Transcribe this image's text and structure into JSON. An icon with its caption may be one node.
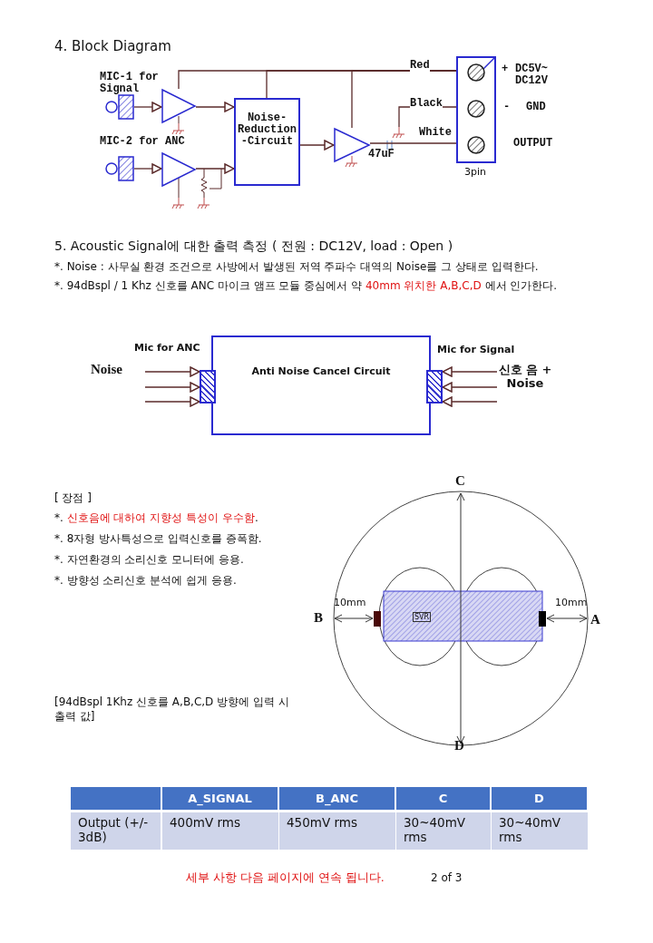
{
  "diagram": {
    "title": "4. Block Diagram",
    "nodes": [
      {
        "text": [],
        "shape": "microphone",
        "beside": [
          "MIC-1 for Signal"
        ]
      },
      {
        "text": [],
        "shape": "triangle"
      },
      {
        "text": [],
        "shape": "microphone",
        "beside": [
          "MIC-2 for ANC"
        ]
      },
      {
        "text": [],
        "shape": "triangle"
      },
      {
        "text": [
          "Noise- Reduction -Circuit"
        ]
      },
      {
        "text": [],
        "shape": "triangle"
      },
      {
        "text": [],
        "shape": "box",
        "beside": [
          "3pin"
        ]
      },
      {
        "text": [],
        "shape": "circle",
        "in": 6,
        "beside": [
          "+",
          "DC5V~ DC12V"
        ]
      },
      {
        "text": [],
        "shape": "circle",
        "in": 6,
        "beside": [
          "-",
          "GND"
        ]
      },
      {
        "text": [],
        "shape": "circle",
        "in": 6,
        "beside": [
          "OUTPUT"
        ]
      },
      {
        "text": [
          "Anti Noise Cancel Circuit"
        ]
      },
      {
        "text": [],
        "shape": "box"
      },
      {
        "text": [],
        "shape": "box"
      },
      {
        "text": [
          "Noise"
        ]
      },
      {
        "text": [
          "신호 음 + Noise"
        ]
      }
    ],
    "edges": [
      {
        "from": 0,
        "to": 1,
        "arrow": "to"
      },
      {
        "from": 1,
        "to": 4,
        "arrow": "to"
      },
      {
        "from": 2,
        "to": 3,
        "arrow": "to"
      },
      {
        "from": 3,
        "to": 4,
        "arrow": "to"
      },
      {
        "from": 4,
        "to": 5,
        "arrow": "to"
      },
      {
        "from": 1,
        "to": 7,
        "arrow": "none",
        "label": "Red"
      },
      {
        "from": 4,
        "to": 7,
        "arrow": "none"
      },
      {
        "from": 5,
        "to": 7,
        "arrow": "none"
      },
      {
        "from": null,
        "to": 8,
        "arrow": "none",
        "label": "Black"
      },
      {
        "from": 5,
        "to": 9,
        "arrow": "none",
        "label": "White"
      },
      {
        "from": 13,
        "to": 11,
        "arrow": "to"
      },
      {
        "from": 13,
        "to": 11,
        "arrow": "to"
      },
      {
        "from": 13,
        "to": 11,
        "arrow": "to"
      },
      {
        "from": 14,
        "to": 12,
        "arrow": "to"
      },
      {
        "from": 14,
        "to": 12,
        "arrow": "to"
      },
      {
        "from": 14,
        "to": 12,
        "arrow": "to"
      }
    ],
    "labels": [
      "47uF",
      "5. Acoustic Signal에 대한 출력 측정 ( 전원 : DC12V, load : Open )",
      "*. Noise : 사무실 환경 조건으로 사방에서 발생된 저역 주파수 대역의 Noise를 그 상태로 입력한다.",
      "*. 94dBspl / 1 Khz 신호를 ANC 마이크 앰프 모듈 중심에서 약 **40mm 위치한 A,B,C,D** 에서 인가한다.",
      "Mic for ANC",
      "Mic for Signal",
      "[ 장점 ]",
      "*. **신호음에 대하여 지향성 특성이 우수함**.",
      "*. 8자형 방사특성으로 입력신호를 증폭함.",
      "*. 자연환경의 소리신호 모니터에 응용.",
      "*. 방향성 소리신호 분석에 쉽게 응용.",
      "C",
      "10mm",
      "10mm",
      "B",
      "SVR",
      "A",
      "[94dBspl 1Khz 신호를 A,B,C,D 방향에 입력 시 출력 값]",
      "D",
      "A_SIGNAL",
      "B_ANC",
      "C",
      "D",
      "Output (+/- 3dB)",
      "400mV rms",
      "450mV rms",
      "30~40mV rms",
      "30~40mV rms",
      "세부 사항 다음 페이지에 연속 됩니다.",
      "2 of 3"
    ]
  }
}
